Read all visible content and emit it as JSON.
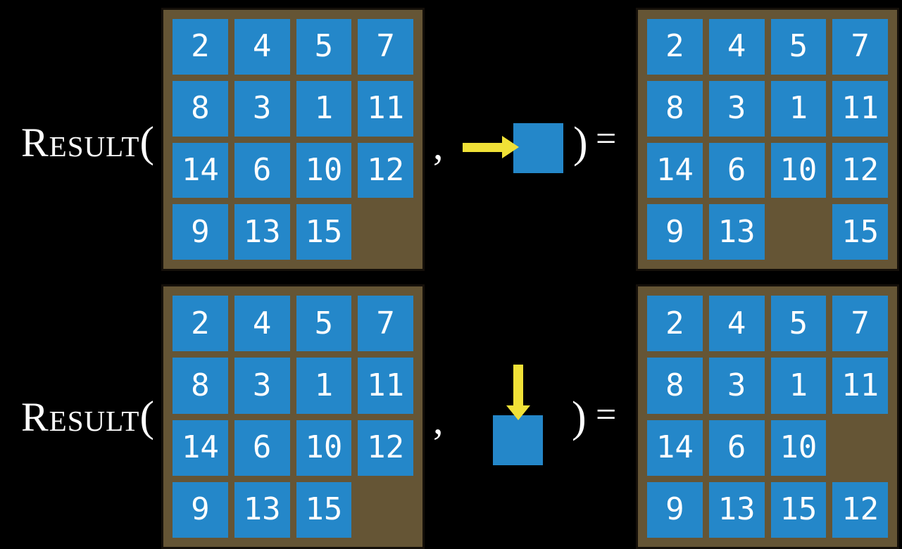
{
  "figure": {
    "function_name": "Result",
    "open_paren": "(",
    "comma": ",",
    "close_paren": ")",
    "equals": "="
  },
  "colors": {
    "background": "#000000",
    "board_frame": "#655535",
    "board_border": "#15100a",
    "tile": "#2487c9",
    "tile_text": "#ffffff",
    "arrow": "#f0e137",
    "label_text": "#ffffff"
  },
  "rows": [
    {
      "name": "move-right-example",
      "action_direction": "right",
      "input_grid": [
        [
          2,
          4,
          5,
          7
        ],
        [
          8,
          3,
          1,
          11
        ],
        [
          14,
          6,
          10,
          12
        ],
        [
          9,
          13,
          15,
          null
        ]
      ],
      "output_grid": [
        [
          2,
          4,
          5,
          7
        ],
        [
          8,
          3,
          1,
          11
        ],
        [
          14,
          6,
          10,
          12
        ],
        [
          9,
          13,
          null,
          15
        ]
      ]
    },
    {
      "name": "move-down-example",
      "action_direction": "down",
      "input_grid": [
        [
          2,
          4,
          5,
          7
        ],
        [
          8,
          3,
          1,
          11
        ],
        [
          14,
          6,
          10,
          12
        ],
        [
          9,
          13,
          15,
          null
        ]
      ],
      "output_grid": [
        [
          2,
          4,
          5,
          7
        ],
        [
          8,
          3,
          1,
          11
        ],
        [
          14,
          6,
          10,
          null
        ],
        [
          9,
          13,
          15,
          12
        ]
      ]
    }
  ]
}
